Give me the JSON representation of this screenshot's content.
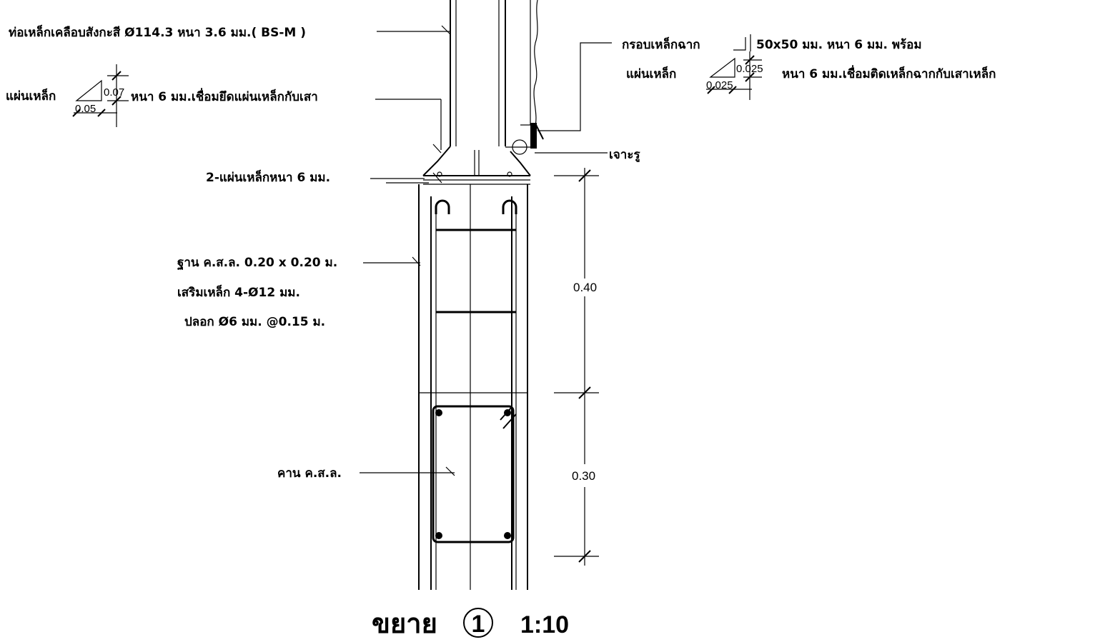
{
  "labels": {
    "pipe": "ท่อเหล็กเคลือบสังกะสี Ø114.3 หนา 3.6 มม.( BS-M )",
    "frame_line1_a": "กรอบเหล็กฉาก",
    "frame_line1_b": "50x50 มม. หนา 6 มม. พร้อม",
    "frame_line2_a": "แผ่นเหล็ก",
    "frame_line2_b": "หนา 6 มม.เชื่อมติดเหล็กฉากกับเสาเหล็ก",
    "frame_tri_v": "0.025",
    "frame_tri_h": "0.025",
    "plate_a": "แผ่นเหล็ก",
    "plate_b": "หนา 6 มม.เชื่อมยึดแผ่นเหล็กกับเสา",
    "plate_tri_v": "0.07",
    "plate_tri_h": "0.05",
    "drill": "เจาะรู",
    "two_plates": "2-แผ่นเหล็กหนา 6 มม.",
    "base_line1": "ฐาน ค.ส.ล. 0.20 x 0.20 ม.",
    "base_line2": "เสริมเหล็ก 4-Ø12 มม.",
    "base_line3": "ปลอก  Ø6 มม. @0.15 ม.",
    "beam": "คาน ค.ส.ล.",
    "dim_upper": "0.40",
    "dim_lower": "0.30"
  },
  "title": {
    "word": "ขยาย",
    "number": "1",
    "scale": "1:10"
  }
}
